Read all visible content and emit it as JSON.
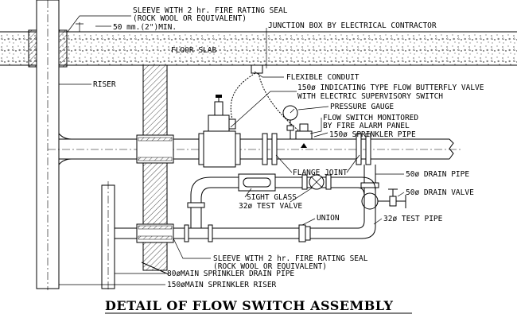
{
  "labels": {
    "sleeve_top_1": "SLEEVE WITH 2 hr. FIRE RATING SEAL",
    "sleeve_top_2": "(ROCK WOOL OR EQUIVALENT)",
    "min_50": "50 mm.(2\")MIN.",
    "junction_box": "JUNCTION BOX BY ELECTRICAL CONTRACTOR",
    "floor_slab": "FLOOR SLAB",
    "riser": "RISER",
    "flexible_conduit": "FLEXIBLE CONDUIT",
    "butterfly_valve_1": "150ø INDICATING TYPE FLOW BUTTERFLY VALVE",
    "butterfly_valve_2": "WITH ELECTRIC SUPERVISORY SWITCH",
    "pressure_gauge": "PRESSURE GAUGE",
    "flow_switch_1": "FLOW SWITCH MONITORED",
    "flow_switch_2": "BY FIRE ALARM PANEL",
    "sprinkler_pipe": "150ø SPRINKLER PIPE",
    "flange_joint": "FLANGE JOINT",
    "drain_pipe_50": "50ø DRAIN PIPE",
    "drain_valve_50": "50ø DRAIN VALVE",
    "sight_glass": "SIGHT GLASS",
    "test_valve_32": "32ø TEST VALVE",
    "union": "UNION",
    "test_pipe_32": "32ø TEST PIPE",
    "sleeve_bottom_1": "SLEEVE WITH 2 hr. FIRE RATING SEAL",
    "sleeve_bottom_2": "(ROCK WOOL OR EQUIVALENT)",
    "main_drain_80": "80øMAIN SPRINKLER DRAIN PIPE",
    "main_riser_150": "150øMAIN SPRINKLER RISER"
  },
  "title": "DETAIL OF FLOW SWITCH ASSEMBLY"
}
